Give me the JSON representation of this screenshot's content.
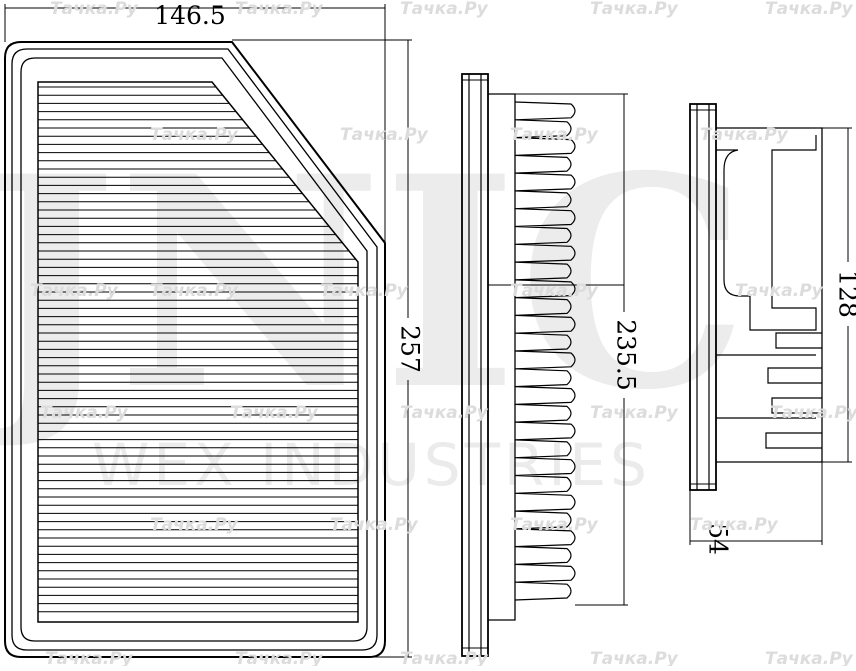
{
  "dimensions": {
    "front_width": "146.5",
    "front_height": "257",
    "side_height": "235.5",
    "depth_height": "128",
    "depth_width": "54"
  },
  "brand_watermark": {
    "logo": "JNIC",
    "subtitle": "WEX INDUSTRIES"
  },
  "site_watermark": "Тачка.Ру"
}
